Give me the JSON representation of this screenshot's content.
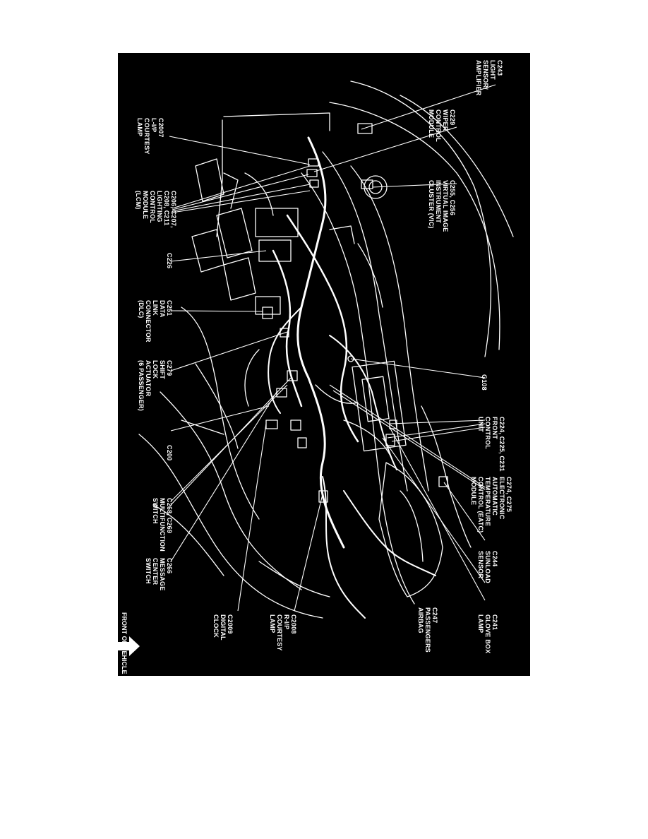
{
  "diagram": {
    "background": "#000000",
    "line_color": "#ffffff",
    "front_of_vehicle": "FRONT OF VEHICLE",
    "labels": [
      {
        "id": "c243",
        "lines": [
          "C243",
          "LIGHT",
          "SENSOR/",
          "AMPLIFIER"
        ]
      },
      {
        "id": "c229",
        "lines": [
          "C229",
          "WIPER",
          "CONTROL",
          "MODULE"
        ]
      },
      {
        "id": "c2007",
        "lines": [
          "C2007",
          "L-I/P",
          "COURTESY",
          "LAMP"
        ]
      },
      {
        "id": "c255",
        "lines": [
          "C255, C256",
          "VIRTUAL IMAGE",
          "INSTRUMENT",
          "CLUSTER (VIC)"
        ]
      },
      {
        "id": "c206",
        "lines": [
          "C206, C207,",
          "C208, C211",
          "LIGHTING",
          "CONTROL",
          "MODULE",
          "(LCM)"
        ]
      },
      {
        "id": "c226",
        "lines": [
          "C226"
        ]
      },
      {
        "id": "c251",
        "lines": [
          "C251",
          "DATA",
          "LINK",
          "CONNECTOR",
          "(DLC)"
        ]
      },
      {
        "id": "g108",
        "lines": [
          "G108"
        ]
      },
      {
        "id": "c279",
        "lines": [
          "C279",
          "SHIFT",
          "LOCK",
          "ACTUATOR",
          "(6 PASSENGER)"
        ]
      },
      {
        "id": "c224",
        "lines": [
          "C224, C225, C231",
          "FRONT",
          "CONTROL",
          "UNIT"
        ]
      },
      {
        "id": "c200",
        "lines": [
          "C200"
        ]
      },
      {
        "id": "c274",
        "lines": [
          "C274, C275",
          "ELECTRONIC",
          "AUTOMATIC",
          "TEMPERATURE",
          "CONTROL (EATC)",
          "MODULE"
        ]
      },
      {
        "id": "c268",
        "lines": [
          "C268, C269",
          "MULTIFUNCTION",
          "SWITCH"
        ]
      },
      {
        "id": "c244",
        "lines": [
          "C244",
          "SUNLOAD",
          "SENSOR"
        ]
      },
      {
        "id": "c266",
        "lines": [
          "C266",
          "MESSAGE",
          "CENTER",
          "SWITCH"
        ]
      },
      {
        "id": "c241",
        "lines": [
          "C241",
          "GLOVE BOX",
          "LAMP"
        ]
      },
      {
        "id": "c247",
        "lines": [
          "C247",
          "PASSENGERS",
          "AIRBAG"
        ]
      },
      {
        "id": "c2009",
        "lines": [
          "C2009",
          "DIGITAL",
          "CLOCK"
        ]
      },
      {
        "id": "c2008",
        "lines": [
          "C2008",
          "R-I/P",
          "COURTESY",
          "LAMP"
        ]
      }
    ]
  }
}
